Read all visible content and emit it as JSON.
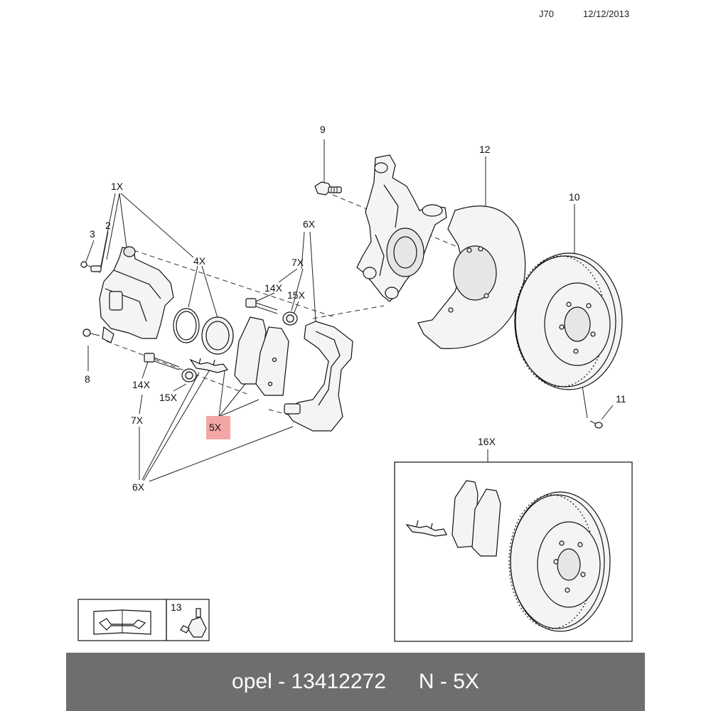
{
  "header": {
    "code": "J70",
    "date": "12/12/2013"
  },
  "callouts": {
    "c9": "9",
    "c12": "12",
    "c10": "10",
    "c1x": "1X",
    "c3": "3",
    "c2": "2",
    "c4x": "4X",
    "c6x_top": "6X",
    "c7x_top": "7X",
    "c14x_top": "14X",
    "c15x_top": "15X",
    "c8": "8",
    "c14x_bot": "14X",
    "c15x_bot": "15X",
    "c7x_bot": "7X",
    "c6x_bot": "6X",
    "c5x": "5X",
    "c11": "11",
    "c16x": "16X",
    "c13": "13"
  },
  "highlight_color": "#f4a5a5",
  "footer": {
    "brand_part": "opel - 13412272",
    "ref": "N - 5X"
  },
  "icons": {
    "manual": "open-book-wrench-icon",
    "lubricant": "grease-tube-icon"
  }
}
